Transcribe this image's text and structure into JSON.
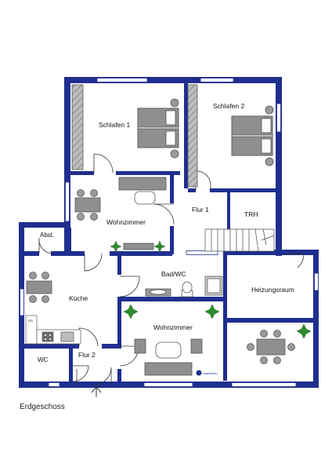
{
  "plan": {
    "caption": "Erdgeschoss",
    "rooms": {
      "schlafen1": "Schlafen 1",
      "schlafen2": "Schlafen 2",
      "wohnzimmer_top": "Wohnzimmer",
      "flur1": "Flur 1",
      "trh": "TRH",
      "abst": "Abst.",
      "bad_wc": "Bad/WC",
      "kueche": "Küche",
      "heizungsraum": "Heizungsraum",
      "wohnzimmer_bottom": "Wohnzimmer",
      "wc": "WC",
      "flur2": "Flur 2"
    },
    "kb_mark": "KS",
    "logo_text": "maklerinfo",
    "colors": {
      "wall": "#1f2f8f",
      "window": "#ffffff",
      "furniture": "#9a9a9a",
      "furniture_dark": "#555555",
      "plant": "#2e8b2e"
    }
  }
}
